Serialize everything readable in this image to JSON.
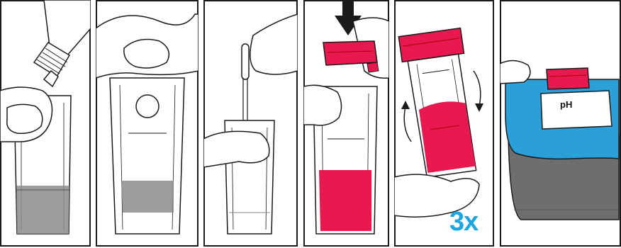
{
  "steps": [
    {
      "id": 1
    },
    {
      "id": 2
    },
    {
      "id": 3
    },
    {
      "id": 4
    },
    {
      "id": 5,
      "repeat_label": "3x"
    },
    {
      "id": 6,
      "display_label": "pH"
    }
  ],
  "colors": {
    "reagent_red": "#e8194f",
    "cap_red": "#e8194f",
    "sample_gray": "#8c8c8c",
    "meter_blue": "#2a9fd8",
    "meter_gray": "#6e6e6e",
    "badge_blue": "#1fa6df",
    "outline": "#1a1a1a"
  }
}
